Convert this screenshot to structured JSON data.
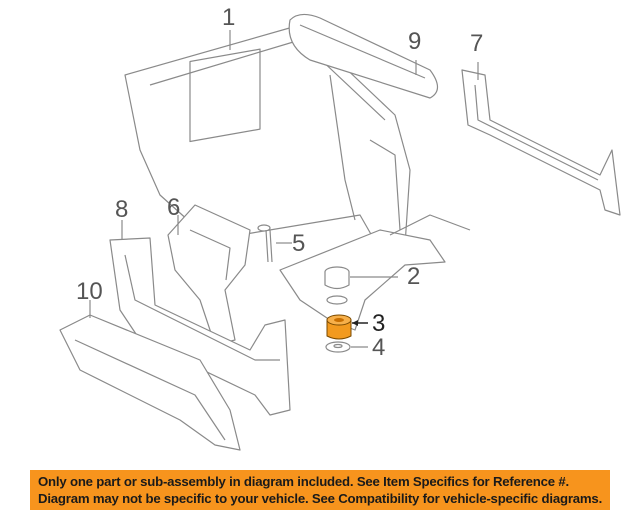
{
  "callouts": {
    "c1": "1",
    "c2": "2",
    "c3": "3",
    "c4": "4",
    "c5": "5",
    "c6": "6",
    "c7": "7",
    "c8": "8",
    "c9": "9",
    "c10": "10"
  },
  "highlight_color": "#f7941d",
  "banner": {
    "line1": "Only one part or sub-assembly in diagram included. See Item Specifics for Reference #.",
    "line2": "Diagram may not be specific to your vehicle. See Compatibility for vehicle-specific diagrams."
  }
}
